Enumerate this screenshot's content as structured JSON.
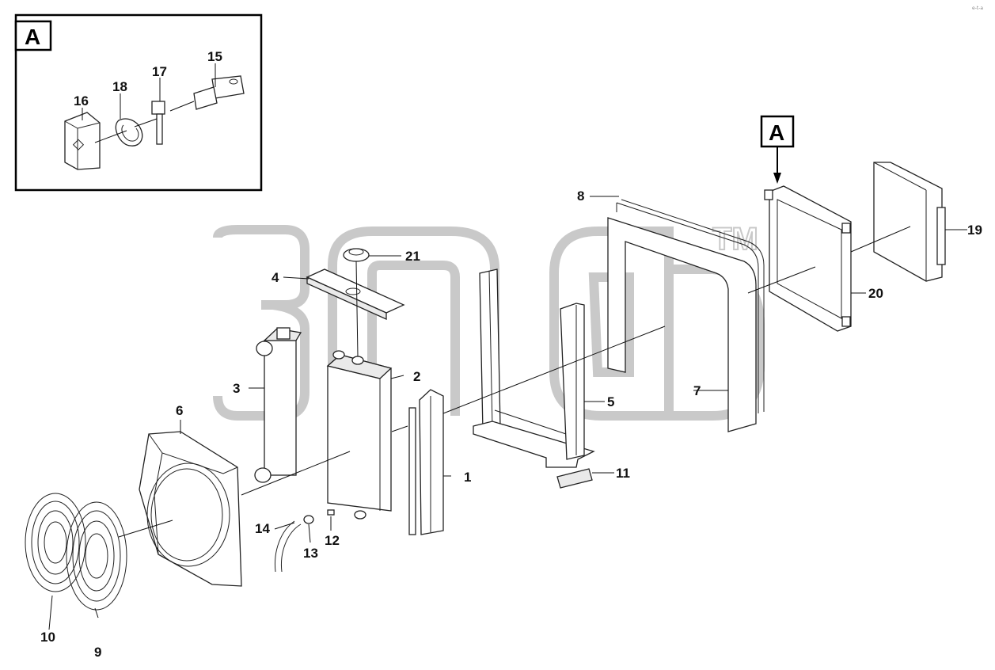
{
  "detail_box": {
    "label": "A",
    "callouts": [
      "15",
      "16",
      "17",
      "18"
    ]
  },
  "view_marker": {
    "label": "A"
  },
  "callouts": [
    "1",
    "2",
    "3",
    "4",
    "5",
    "6",
    "7",
    "8",
    "9",
    "10",
    "11",
    "12",
    "13",
    "14",
    "19",
    "20",
    "21"
  ],
  "watermark": {
    "trademark": "TM"
  },
  "corner_code": "e-t-a"
}
